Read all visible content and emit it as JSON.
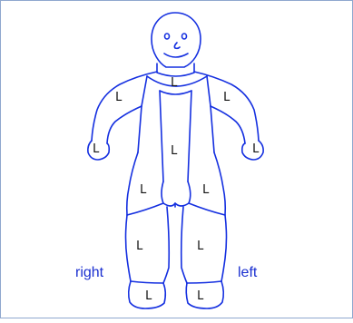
{
  "colors": {
    "outline": "#1530e0",
    "side_label": "#1a2fd0",
    "region_label": "#111111",
    "border": "#8fa8cf"
  },
  "side_labels": {
    "right": "right",
    "left": "left"
  },
  "regions": [
    {
      "id": "neck",
      "label": "L"
    },
    {
      "id": "right-upper-arm",
      "label": "L"
    },
    {
      "id": "left-upper-arm",
      "label": "L"
    },
    {
      "id": "right-hand",
      "label": "L"
    },
    {
      "id": "left-hand",
      "label": "L"
    },
    {
      "id": "torso",
      "label": "L"
    },
    {
      "id": "right-hip",
      "label": "L"
    },
    {
      "id": "left-hip",
      "label": "L"
    },
    {
      "id": "right-shin",
      "label": "L"
    },
    {
      "id": "left-shin",
      "label": "L"
    },
    {
      "id": "right-foot",
      "label": "L"
    },
    {
      "id": "left-foot",
      "label": "L"
    }
  ]
}
